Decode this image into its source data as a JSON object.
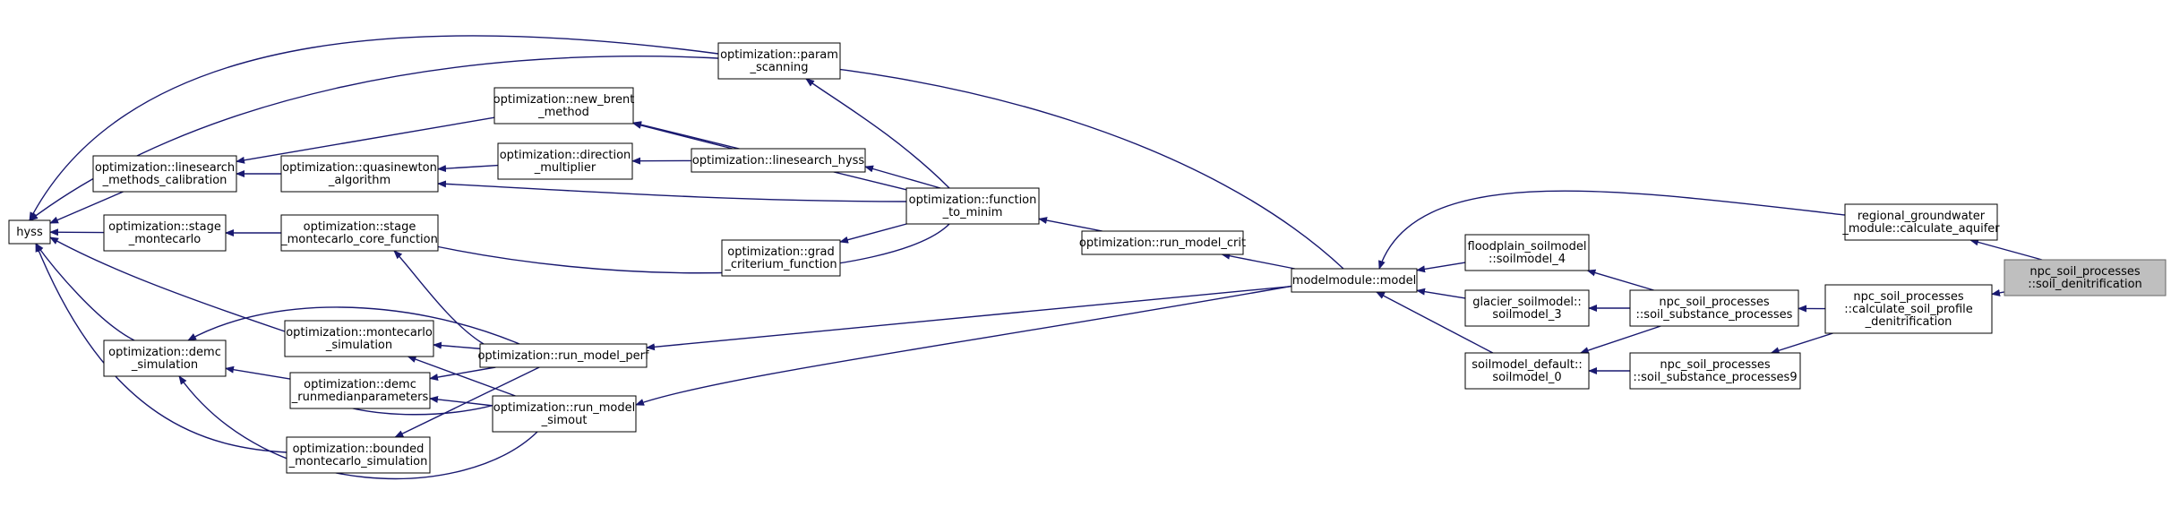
{
  "nodes": {
    "hyss": [
      "hyss"
    ],
    "linesearch_calib": [
      "optimization::linesearch",
      "_methods_calibration"
    ],
    "stage_mc": [
      "optimization::stage",
      "_montecarlo"
    ],
    "demc_sim": [
      "optimization::demc",
      "_simulation"
    ],
    "quasinewton": [
      "optimization::quasinewton",
      "_algorithm"
    ],
    "stage_mc_core": [
      "optimization::stage",
      "_montecarlo_core_function"
    ],
    "montecarlo_sim": [
      "optimization::montecarlo",
      "_simulation"
    ],
    "demc_runmedian": [
      "optimization::demc",
      "_runmedianparameters"
    ],
    "bounded_mc": [
      "optimization::bounded",
      "_montecarlo_simulation"
    ],
    "new_brent": [
      "optimization::new_brent",
      "_method"
    ],
    "direction_mult": [
      "optimization::direction",
      "_multiplier"
    ],
    "param_scanning": [
      "optimization::param",
      "_scanning"
    ],
    "linesearch_hyss": [
      "optimization::linesearch_hyss"
    ],
    "grad_criterium": [
      "optimization::grad",
      "_criterium_function"
    ],
    "function_to_minim": [
      "optimization::function",
      "_to_minim"
    ],
    "run_model_perf": [
      "optimization::run_model_perf"
    ],
    "run_model_simout": [
      "optimization::run_model",
      "_simout"
    ],
    "run_model_crit": [
      "optimization::run_model_crit"
    ],
    "modelmodule_model": [
      "modelmodule::model"
    ],
    "floodplain": [
      "floodplain_soilmodel",
      "::soilmodel_4"
    ],
    "glacier": [
      "glacier_soilmodel::",
      "soilmodel_3"
    ],
    "soilmodel_default": [
      "soilmodel_default::",
      "soilmodel_0"
    ],
    "soil_substance": [
      "npc_soil_processes",
      "::soil_substance_processes"
    ],
    "soil_substance9": [
      "npc_soil_processes",
      "::soil_substance_processes9"
    ],
    "regional_gw": [
      "regional_groundwater",
      "_module::calculate_aquifer"
    ],
    "calc_soil_profile": [
      "npc_soil_processes",
      "::calculate_soil_profile",
      "_denitrification"
    ],
    "soil_denitrification": [
      "npc_soil_processes",
      "::soil_denitrification"
    ]
  },
  "highlighted": "soil_denitrification",
  "colors": {
    "edge": "#191970",
    "highlight_fill": "#bfbfbf"
  },
  "edges": [
    [
      "linesearch_calib",
      "hyss"
    ],
    [
      "stage_mc",
      "hyss"
    ],
    [
      "demc_sim",
      "hyss"
    ],
    [
      "param_scanning",
      "hyss"
    ],
    [
      "modelmodule_model",
      "hyss"
    ],
    [
      "demc_sim",
      "hyss"
    ],
    [
      "quasinewton",
      "linesearch_calib"
    ],
    [
      "new_brent",
      "linesearch_calib"
    ],
    [
      "stage_mc_core",
      "stage_mc"
    ],
    [
      "montecarlo_sim",
      "hyss"
    ],
    [
      "bounded_mc",
      "demc_sim"
    ],
    [
      "demc_runmedian",
      "demc_sim"
    ],
    [
      "direction_mult",
      "quasinewton"
    ],
    [
      "function_to_minim",
      "quasinewton"
    ],
    [
      "linesearch_hyss",
      "new_brent"
    ],
    [
      "linesearch_hyss",
      "direction_mult"
    ],
    [
      "function_to_minim",
      "param_scanning"
    ],
    [
      "function_to_minim",
      "new_brent"
    ],
    [
      "function_to_minim",
      "linesearch_hyss"
    ],
    [
      "function_to_minim",
      "grad_criterium"
    ],
    [
      "function_to_minim",
      "stage_mc_core"
    ],
    [
      "run_model_crit",
      "function_to_minim"
    ],
    [
      "run_model_perf",
      "stage_mc_core"
    ],
    [
      "run_model_perf",
      "montecarlo_sim"
    ],
    [
      "run_model_perf",
      "demc_sim"
    ],
    [
      "run_model_perf",
      "demc_runmedian"
    ],
    [
      "run_model_perf",
      "bounded_mc"
    ],
    [
      "run_model_simout",
      "montecarlo_sim"
    ],
    [
      "run_model_simout",
      "demc_runmedian"
    ],
    [
      "run_model_simout",
      "bounded_mc"
    ],
    [
      "run_model_simout",
      "demc_sim"
    ],
    [
      "modelmodule_model",
      "run_model_crit"
    ],
    [
      "modelmodule_model",
      "run_model_perf"
    ],
    [
      "modelmodule_model",
      "run_model_simout"
    ],
    [
      "floodplain",
      "modelmodule_model"
    ],
    [
      "glacier",
      "modelmodule_model"
    ],
    [
      "soilmodel_default",
      "modelmodule_model"
    ],
    [
      "soil_substance",
      "floodplain"
    ],
    [
      "soil_substance",
      "glacier"
    ],
    [
      "soil_substance",
      "soilmodel_default"
    ],
    [
      "soil_substance9",
      "soilmodel_default"
    ],
    [
      "regional_gw",
      "modelmodule_model"
    ],
    [
      "calc_soil_profile",
      "soil_substance"
    ],
    [
      "calc_soil_profile",
      "soil_substance9"
    ],
    [
      "soil_denitrification",
      "regional_gw"
    ],
    [
      "soil_denitrification",
      "calc_soil_profile"
    ]
  ]
}
